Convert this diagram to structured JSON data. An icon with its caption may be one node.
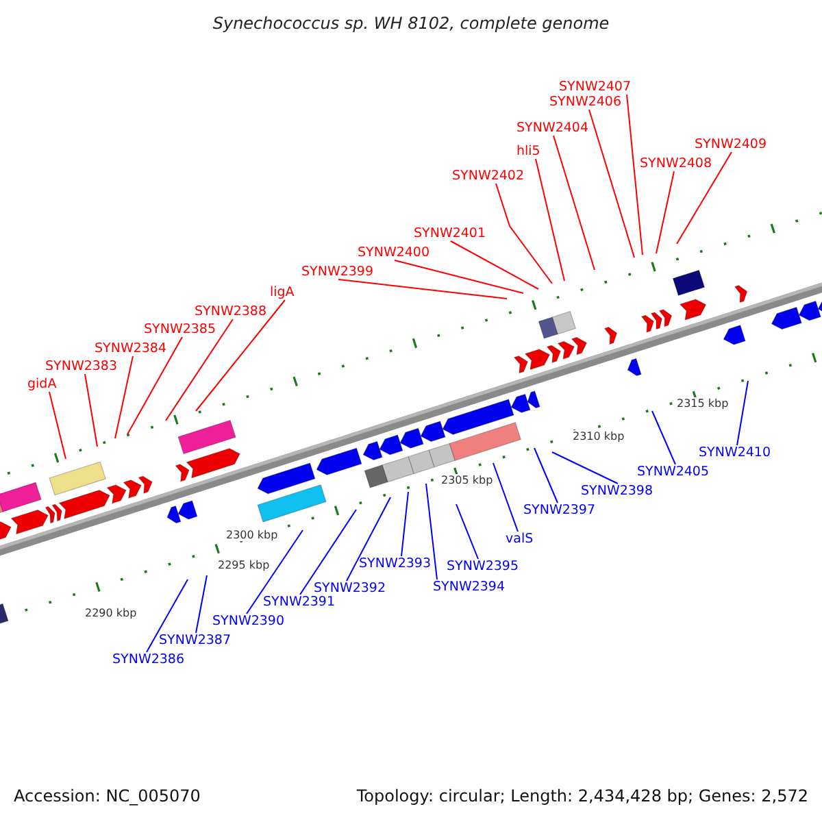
{
  "diagram": {
    "title": "Synechococcus sp. WH 8102, complete genome",
    "nodes": [
      {
        "text": [
          "gidA"
        ]
      },
      {
        "text": [
          "SYNW2383"
        ]
      },
      {
        "text": [
          "SYNW2384"
        ]
      },
      {
        "text": [
          "SYNW2385"
        ]
      },
      {
        "text": [
          "SYNW2388"
        ]
      },
      {
        "text": [
          "ligA"
        ]
      },
      {
        "text": [
          "SYNW2399"
        ]
      },
      {
        "text": [
          "SYNW2400"
        ]
      },
      {
        "text": [
          "SYNW2401"
        ]
      },
      {
        "text": [
          "SYNW2402"
        ]
      },
      {
        "text": [
          "hli5"
        ]
      },
      {
        "text": [
          "SYNW2404"
        ]
      },
      {
        "text": [
          "SYNW2406"
        ]
      },
      {
        "text": [
          "SYNW2407"
        ]
      },
      {
        "text": [
          "SYNW2408"
        ]
      },
      {
        "text": [
          "SYNW2409"
        ]
      },
      {
        "text": [
          "SYNW2386"
        ]
      },
      {
        "text": [
          "SYNW2387"
        ]
      },
      {
        "text": [
          "SYNW2390"
        ]
      },
      {
        "text": [
          "SYNW2391"
        ]
      },
      {
        "text": [
          "SYNW2392"
        ]
      },
      {
        "text": [
          "SYNW2393"
        ]
      },
      {
        "text": [
          "SYNW2394"
        ]
      },
      {
        "text": [
          "SYNW2395"
        ]
      },
      {
        "text": [
          "valS"
        ]
      },
      {
        "text": [
          "SYNW2397"
        ]
      },
      {
        "text": [
          "SYNW2398"
        ]
      },
      {
        "text": [
          "SYNW2405"
        ]
      },
      {
        "text": [
          "SYNW2410"
        ]
      }
    ],
    "edges": [
      {
        "from": 0,
        "to": null,
        "arrow": "none"
      },
      {
        "from": 1,
        "to": null,
        "arrow": "none"
      },
      {
        "from": 2,
        "to": null,
        "arrow": "none"
      },
      {
        "from": 3,
        "to": null,
        "arrow": "none"
      },
      {
        "from": 4,
        "to": null,
        "arrow": "none"
      },
      {
        "from": 5,
        "to": null,
        "arrow": "none"
      },
      {
        "from": 6,
        "to": null,
        "arrow": "none"
      },
      {
        "from": 7,
        "to": null,
        "arrow": "none"
      },
      {
        "from": 8,
        "to": null,
        "arrow": "none"
      },
      {
        "from": 9,
        "to": null,
        "arrow": "none"
      },
      {
        "from": 10,
        "to": null,
        "arrow": "none"
      },
      {
        "from": 11,
        "to": null,
        "arrow": "none"
      },
      {
        "from": 12,
        "to": null,
        "arrow": "none"
      },
      {
        "from": 13,
        "to": null,
        "arrow": "none"
      },
      {
        "from": 14,
        "to": null,
        "arrow": "none"
      },
      {
        "from": 15,
        "to": null,
        "arrow": "none"
      },
      {
        "from": 16,
        "to": null,
        "arrow": "none",
        "color": "#0000ff"
      },
      {
        "from": 17,
        "to": null,
        "arrow": "none",
        "color": "#0000ff"
      },
      {
        "from": 18,
        "to": null,
        "arrow": "none",
        "color": "#0000ff"
      },
      {
        "from": 19,
        "to": null,
        "arrow": "none",
        "color": "#0000ff"
      },
      {
        "from": 20,
        "to": null,
        "arrow": "none",
        "color": "#0000ff"
      },
      {
        "from": 21,
        "to": null,
        "arrow": "none",
        "color": "#0000ff"
      },
      {
        "from": 22,
        "to": null,
        "arrow": "none",
        "color": "#0000ff"
      },
      {
        "from": 23,
        "to": null,
        "arrow": "none",
        "color": "#0000ff"
      },
      {
        "from": 24,
        "to": null,
        "arrow": "none",
        "color": "#0000ff"
      },
      {
        "from": 25,
        "to": null,
        "arrow": "none",
        "color": "#0000ff"
      },
      {
        "from": 26,
        "to": null,
        "arrow": "none",
        "color": "#0000ff"
      },
      {
        "from": 27,
        "to": null,
        "arrow": "none",
        "color": "#0000ff"
      },
      {
        "from": 28,
        "to": null,
        "arrow": "none",
        "color": "#0000ff"
      }
    ],
    "labels": [
      "2290 kbp",
      "2295 kbp",
      "2300 kbp",
      "2305 kbp",
      "2310 kbp",
      "2315 kbp",
      "Accession: NC_005070",
      "Topology: circular; Length: 2,434,428 bp; Genes: 2,572"
    ]
  }
}
